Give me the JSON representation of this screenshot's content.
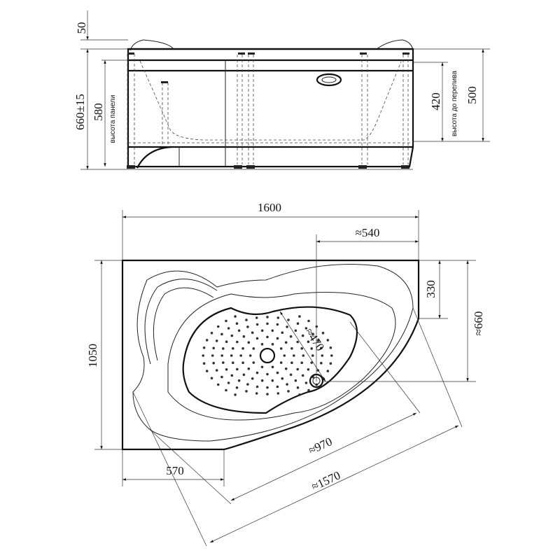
{
  "front_view": {
    "dim_top_rim": "50",
    "dim_total_height": "660±15",
    "dim_panel_height": "580",
    "panel_height_caption": "высота панели",
    "dim_overflow_height": "420",
    "overflow_height_caption": "высота до перелива",
    "dim_depth": "500"
  },
  "plan_view": {
    "dim_length": "1600",
    "dim_drain_offset": "≈540",
    "dim_right_edge": "330",
    "dim_drain_depth": "≈660",
    "dim_width": "1050",
    "dim_bowl_width": "≈470",
    "dim_bowl_length": "≈970",
    "dim_left_edge": "570",
    "dim_diagonal": "≈1570"
  },
  "colors": {
    "line": "#111111",
    "background": "#ffffff"
  }
}
